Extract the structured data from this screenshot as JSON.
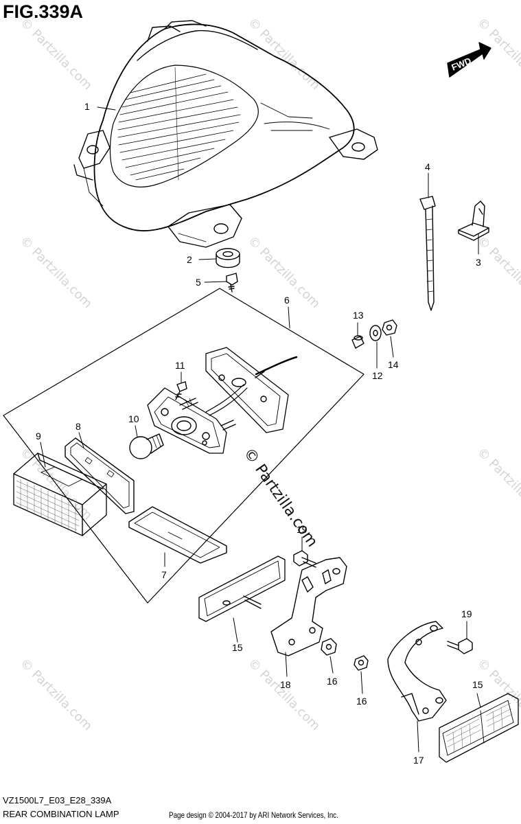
{
  "title": "FIG.339A",
  "model_code": "VZ1500L7_E03_E28_339A",
  "assembly_name": "REAR COMBINATION LAMP",
  "copyright": "Page design © 2004-2017 by ARI Network Services, Inc.",
  "watermark": "© Partzilla.com",
  "direction_arrow": "FWD",
  "callouts": {
    "c1": "1",
    "c2": "2",
    "c3": "3",
    "c4": "4",
    "c5": "5",
    "c6": "6",
    "c7": "7",
    "c8": "8",
    "c9": "9",
    "c10": "10",
    "c11": "11",
    "c12": "12",
    "c13": "13",
    "c14": "14",
    "c15a": "15",
    "c15b": "15",
    "c16a": "16",
    "c16b": "16",
    "c17": "17",
    "c18": "18",
    "c19a": "19",
    "c19b": "19"
  }
}
